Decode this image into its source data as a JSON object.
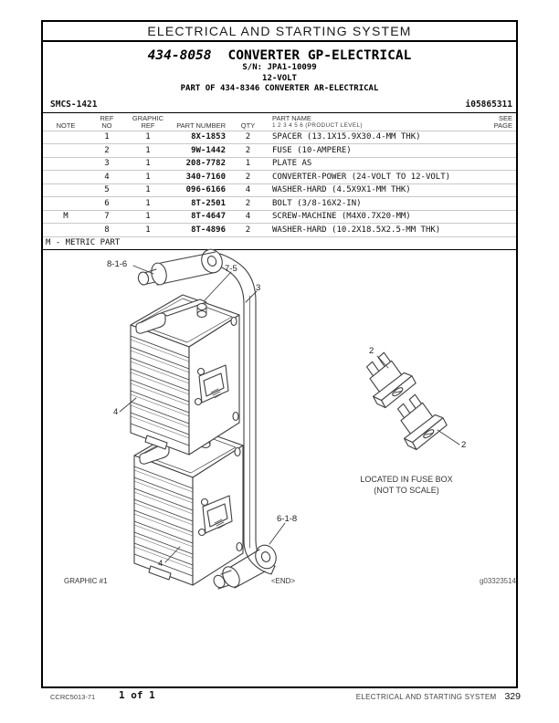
{
  "colors": {
    "line": "#404040",
    "separator": "#c9c9c9"
  },
  "page": {
    "header_title": "ELECTRICAL AND STARTING SYSTEM",
    "part_number": "434-8058",
    "part_title": "CONVERTER GP-ELECTRICAL",
    "serial": "S/N: JPA1-10099",
    "voltage": "12-VOLT",
    "part_of": "PART OF 434-8346 CONVERTER AR-ELECTRICAL",
    "smcs": "SMCS-1421",
    "doc_id": "i05865311"
  },
  "table": {
    "columns": {
      "note": "NOTE",
      "ref_line1": "REF",
      "ref_line2": "NO",
      "graphic_line1": "GRAPHIC",
      "graphic_line2": "REF",
      "part_number": "PART NUMBER",
      "qty": "QTY",
      "part_name_line1": "PART NAME",
      "part_name_line2": "1  2  3  4  5  6  (PRODUCT LEVEL)",
      "see_line1": "SEE",
      "see_line2": "PAGE"
    },
    "rows": [
      {
        "note": "",
        "ref_no": "1",
        "graphic_ref": "1",
        "part_number": "8X-1853",
        "qty": "2",
        "part_name": "SPACER (13.1X15.9X30.4-MM THK)",
        "see_page": ""
      },
      {
        "note": "",
        "ref_no": "2",
        "graphic_ref": "1",
        "part_number": "9W-1442",
        "qty": "2",
        "part_name": "FUSE (10-AMPERE)",
        "see_page": ""
      },
      {
        "note": "",
        "ref_no": "3",
        "graphic_ref": "1",
        "part_number": "208-7782",
        "qty": "1",
        "part_name": "PLATE AS",
        "see_page": ""
      },
      {
        "note": "",
        "ref_no": "4",
        "graphic_ref": "1",
        "part_number": "340-7160",
        "qty": "2",
        "part_name": "CONVERTER-POWER (24-VOLT TO 12-VOLT)",
        "see_page": ""
      },
      {
        "note": "",
        "ref_no": "5",
        "graphic_ref": "1",
        "part_number": "096-6166",
        "qty": "4",
        "part_name": "WASHER-HARD (4.5X9X1-MM THK)",
        "see_page": ""
      },
      {
        "note": "",
        "ref_no": "6",
        "graphic_ref": "1",
        "part_number": "8T-2501",
        "qty": "2",
        "part_name": "BOLT (3/8-16X2-IN)",
        "see_page": ""
      },
      {
        "note": "M",
        "ref_no": "7",
        "graphic_ref": "1",
        "part_number": "8T-4647",
        "qty": "4",
        "part_name": "SCREW-MACHINE (M4X0.7X20-MM)",
        "see_page": ""
      },
      {
        "note": "",
        "ref_no": "8",
        "graphic_ref": "1",
        "part_number": "8T-4896",
        "qty": "2",
        "part_name": "WASHER-HARD (10.2X18.5X2.5-MM THK)",
        "see_page": ""
      }
    ],
    "footnote": "M - METRIC PART"
  },
  "graphic": {
    "callouts": [
      "8-1-6",
      "7-5",
      "3",
      "4",
      "4",
      "6-1-8",
      "2",
      "2"
    ],
    "fusebox_note_line1": "LOCATED IN FUSE BOX",
    "fusebox_note_line2": "(NOT TO SCALE)",
    "label": "GRAPHIC #1",
    "end_marker": "<END>",
    "graphic_id": "g03323514"
  },
  "footer": {
    "doc_code": "CCRC5013-71",
    "page_of": "1 of 1",
    "section": "ELECTRICAL AND STARTING SYSTEM",
    "page_number": "329"
  }
}
